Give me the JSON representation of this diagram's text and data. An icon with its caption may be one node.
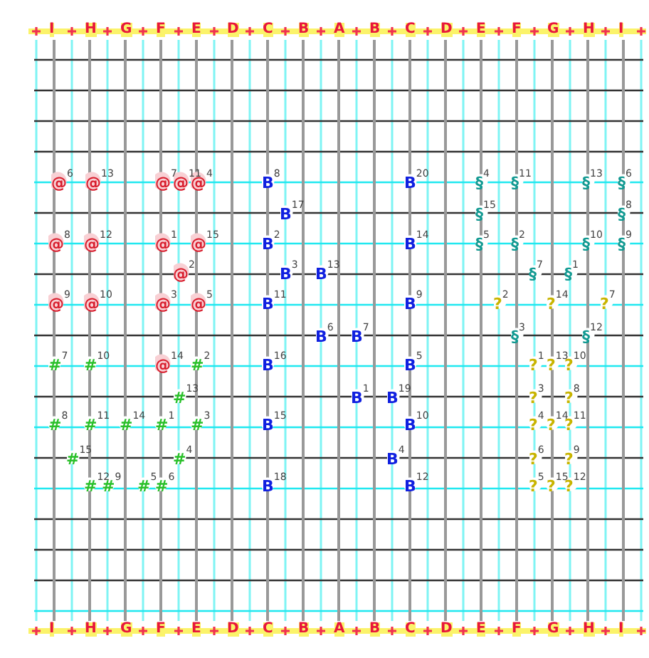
{
  "diagram": {
    "labels": [
      "I",
      "H",
      "G",
      "F",
      "E",
      "D",
      "C",
      "B",
      "A",
      "B",
      "C",
      "D",
      "E",
      "F",
      "G",
      "H",
      "I",
      "@$^{6}$",
      "@$^{13}$",
      "@$^{7}$",
      "@$^{11}$",
      "@$^{4}$",
      "B$^{8}$",
      "B$^{20}$",
      "§$^{4}$",
      "§$^{11}$",
      "§$^{13}$",
      "§$^{6}$",
      "B$^{17}$",
      "§$^{15}$",
      "§$^{8}$",
      "@$^{8}$",
      "@$^{12}$",
      "@$^{1}$",
      "@$^{15}$",
      "B$^{2}$",
      "B$^{14}$",
      "§$^{5}$",
      "§$^{2}$",
      "§$^{10}$",
      "§$^{9}$",
      "@$^{2}$",
      "B$^{3}$",
      "B$^{13}$",
      "§$^{7}$",
      "§$^{1}$",
      "@$^{9}$",
      "@$^{10}$",
      "@$^{3}$",
      "@$^{5}$",
      "B$^{11}$",
      "B$^{9}$",
      "?$^{2}$",
      "?$^{14}$",
      "?$^{7}$",
      "B$^{6}$",
      "B$^{7}$",
      "§$^{3}$",
      "§$^{12}$",
      "#$^{7}$",
      "#$^{10}$",
      "@$^{14}$",
      "#$^{2}$",
      "B$^{16}$",
      "B$^{5}$",
      "?$^{1}$",
      "?$^{13}$",
      "?$^{10}$",
      "#$^{13}$",
      "B$^{1}$",
      "B$^{19}$",
      "?$^{3}$",
      "?$^{8}$",
      "#$^{8}$",
      "#$^{11}$",
      "#$^{14}$",
      "#$^{1}$",
      "#$^{3}$",
      "B$^{15}$",
      "B$^{10}$",
      "?$^{4}$",
      "?$^{14}$",
      "?$^{11}$",
      "#$^{15}$",
      "#$^{4}$",
      "B$^{4}$",
      "?$^{6}$",
      "?$^{9}$",
      "#$^{12}$",
      "#$^{9}$",
      "#$^{5}$",
      "#$^{6}$",
      "B$^{18}$",
      "B$^{12}$",
      "?$^{5}$",
      "?$^{15}$",
      "?$^{12}$",
      "I",
      "H",
      "G",
      "F",
      "E",
      "D",
      "C",
      "B",
      "A",
      "B",
      "C",
      "D",
      "E",
      "F",
      "G",
      "H",
      "I"
    ]
  }
}
